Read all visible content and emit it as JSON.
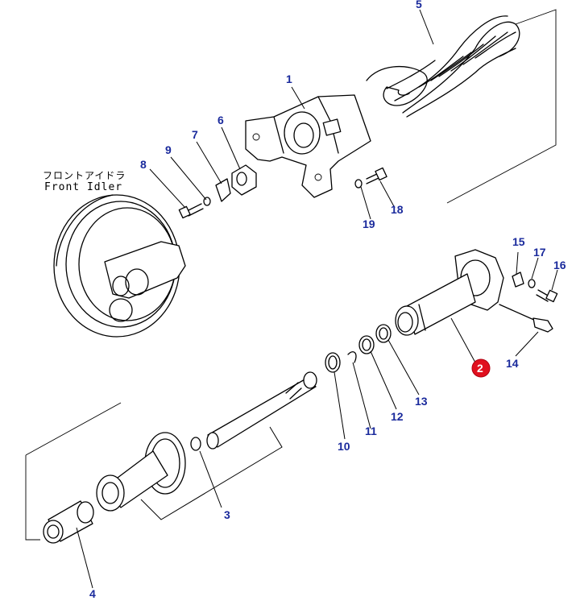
{
  "label": {
    "jp": "フロントアイドラ",
    "en": "Front Idler"
  },
  "parts": [
    {
      "num": "1"
    },
    {
      "num": "2"
    },
    {
      "num": "3"
    },
    {
      "num": "4"
    },
    {
      "num": "5"
    },
    {
      "num": "6"
    },
    {
      "num": "7"
    },
    {
      "num": "8"
    },
    {
      "num": "9"
    },
    {
      "num": "10"
    },
    {
      "num": "11"
    },
    {
      "num": "12"
    },
    {
      "num": "13"
    },
    {
      "num": "14"
    },
    {
      "num": "15"
    },
    {
      "num": "16"
    },
    {
      "num": "17"
    },
    {
      "num": "18"
    },
    {
      "num": "19"
    }
  ],
  "highlight": {
    "num": "2",
    "color": "#e0101e"
  },
  "colors": {
    "callout": "#1a2a9c",
    "line": "#000000"
  }
}
